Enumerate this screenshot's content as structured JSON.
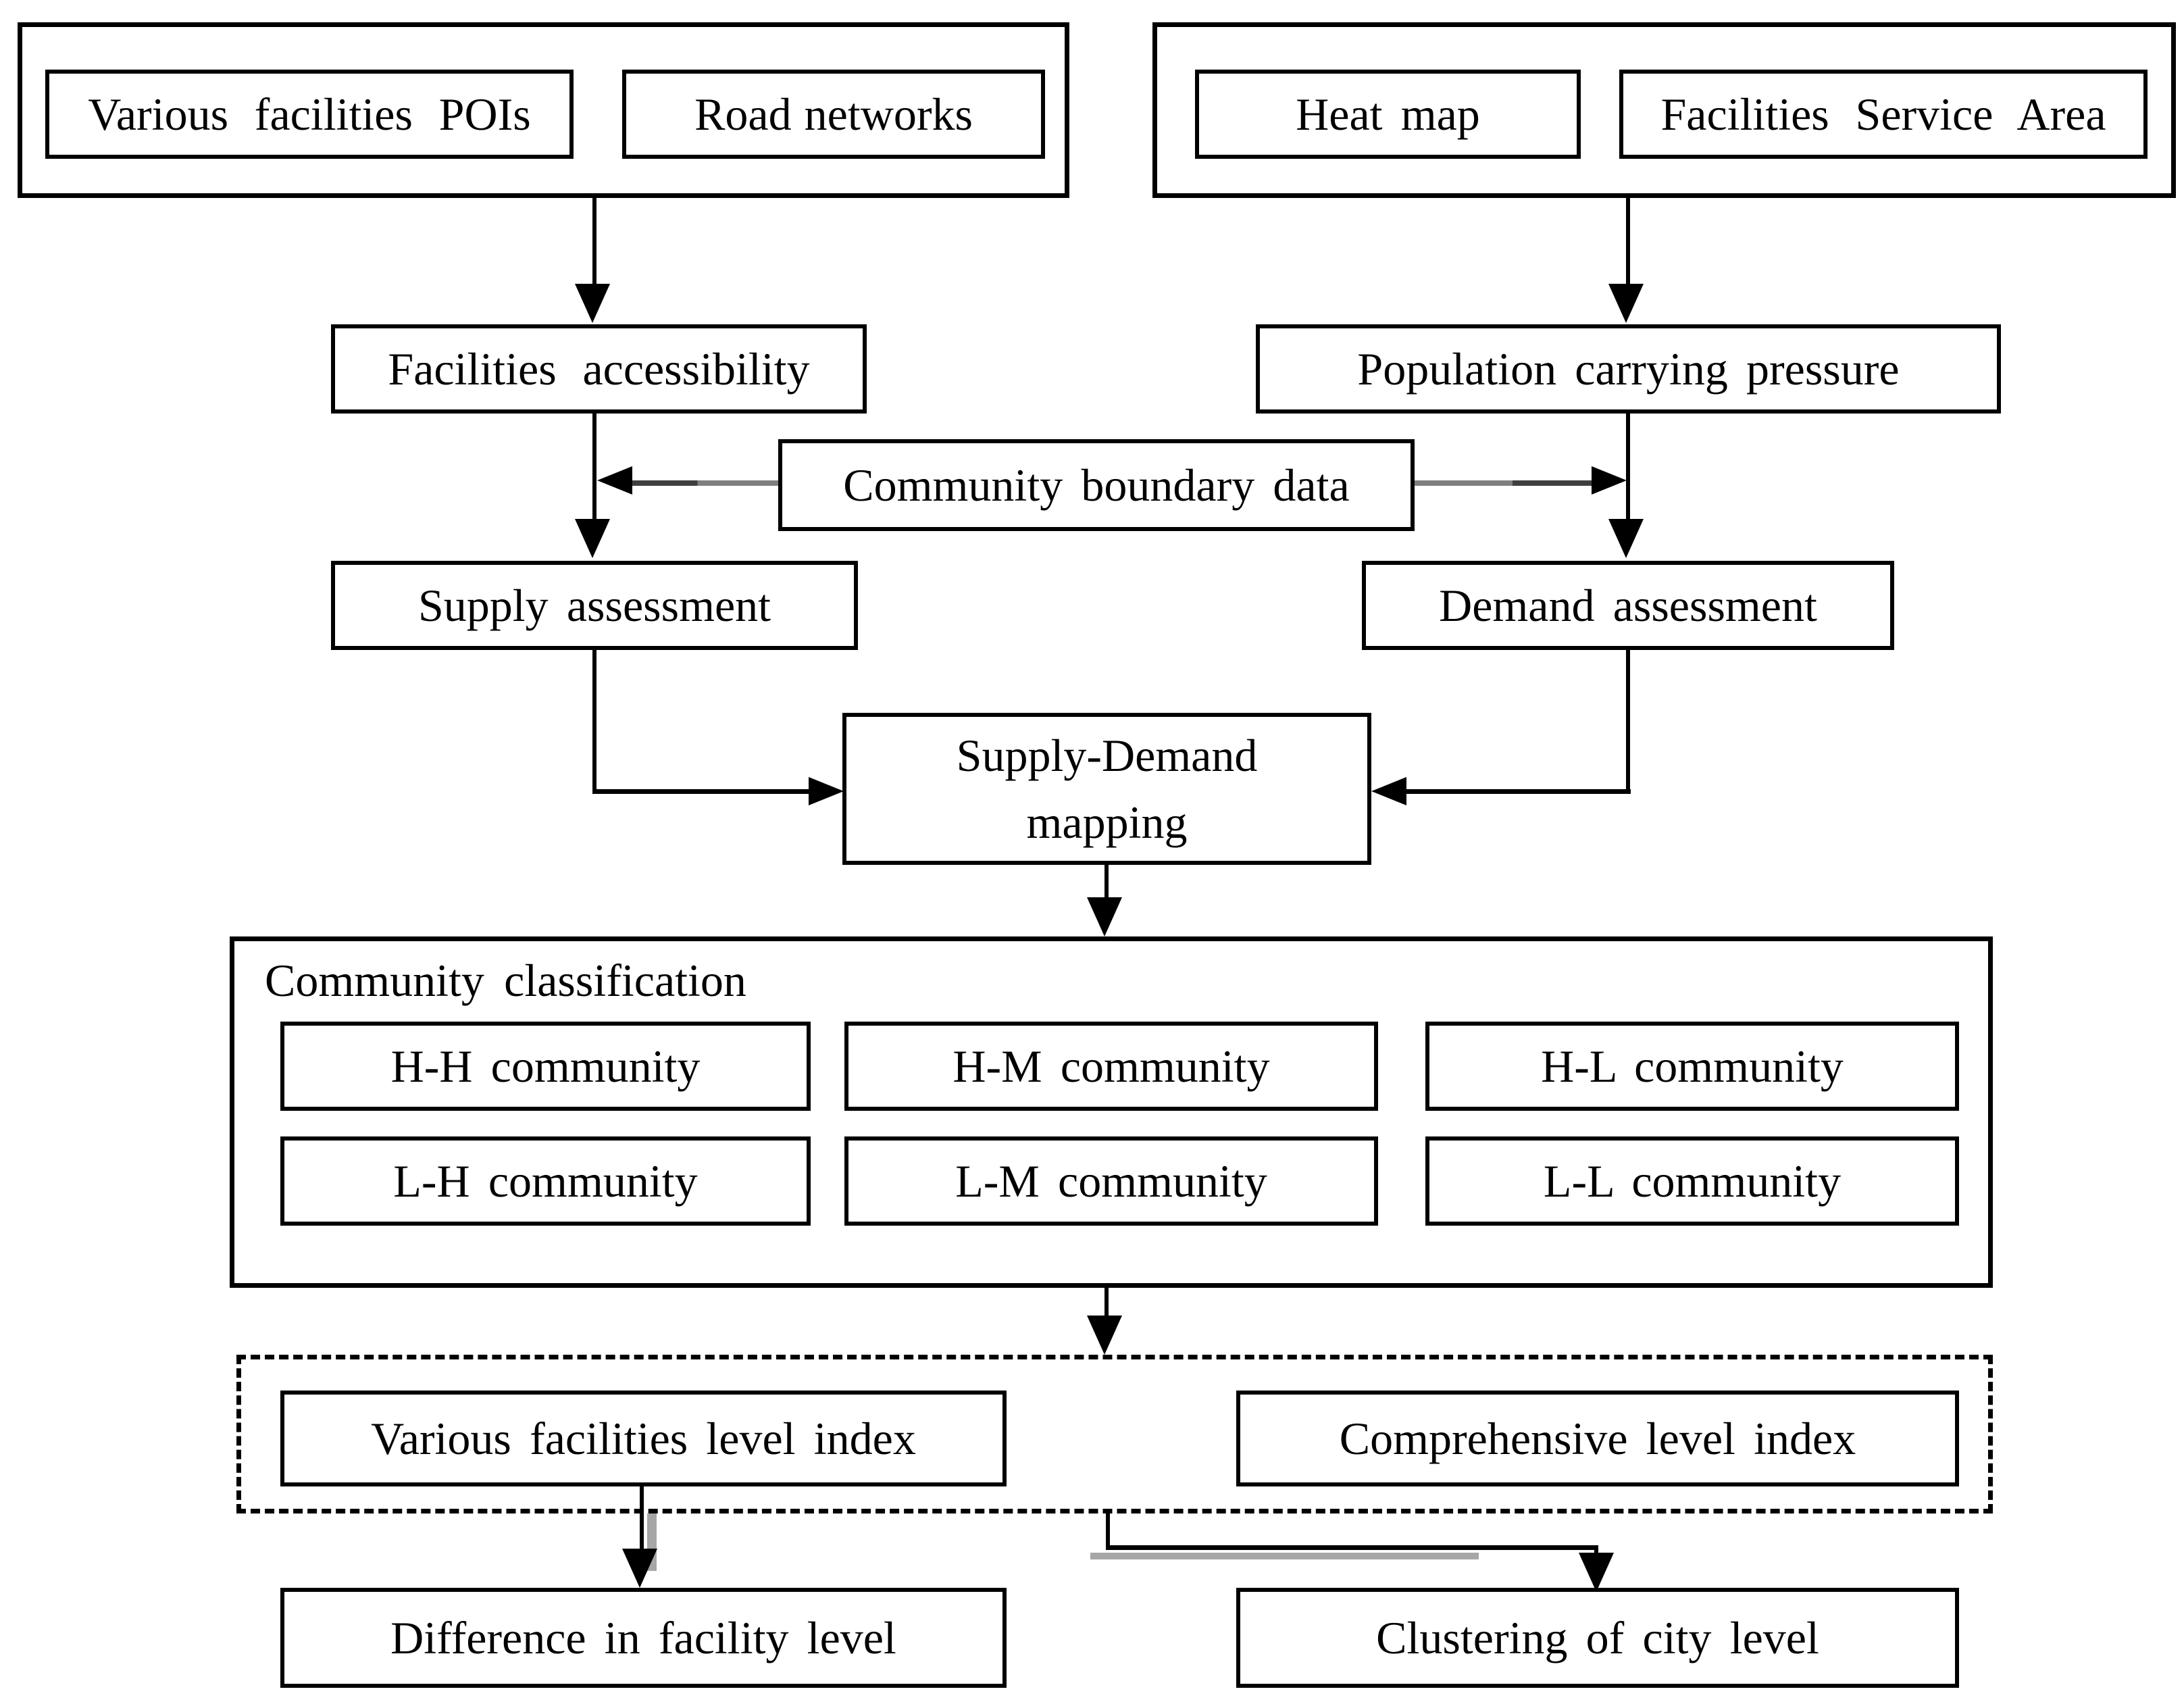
{
  "diagram": {
    "colors": {
      "background": "#ffffff",
      "line": "#000000",
      "connector_gray": "#7f7f7f",
      "connector_dark": "#3f3f3f",
      "shadow_gray": "#a6a6a6"
    },
    "nodes": {
      "various_facilities_pois": {
        "label": "Various facilities POIs"
      },
      "road_networks": {
        "label": "Road networks"
      },
      "heat_map": {
        "label": "Heat map"
      },
      "facilities_service_area": {
        "label": "Facilities Service Area"
      },
      "facilities_accessibility": {
        "label": "Facilities accessibility"
      },
      "population_carrying_pressure": {
        "label": "Population carrying pressure"
      },
      "community_boundary_data": {
        "label": "Community boundary data"
      },
      "supply_assessment": {
        "label": "Supply assessment"
      },
      "demand_assessment": {
        "label": "Demand assessment"
      },
      "supply_demand_mapping": {
        "label_line1": "Supply-Demand",
        "label_line2": "mapping"
      },
      "community_classification": {
        "label": "Community classification"
      },
      "hh_community": {
        "label": "H-H community"
      },
      "hm_community": {
        "label": "H-M community"
      },
      "hl_community": {
        "label": "H-L community"
      },
      "lh_community": {
        "label": "L-H community"
      },
      "lm_community": {
        "label": "L-M community"
      },
      "ll_community": {
        "label": "L-L community"
      },
      "various_facilities_level_index": {
        "label": "Various facilities level index"
      },
      "comprehensive_level_index": {
        "label": "Comprehensive level index"
      },
      "difference_in_facility_level": {
        "label": "Difference in facility level"
      },
      "clustering_of_city_level": {
        "label": "Clustering of city level"
      }
    }
  }
}
